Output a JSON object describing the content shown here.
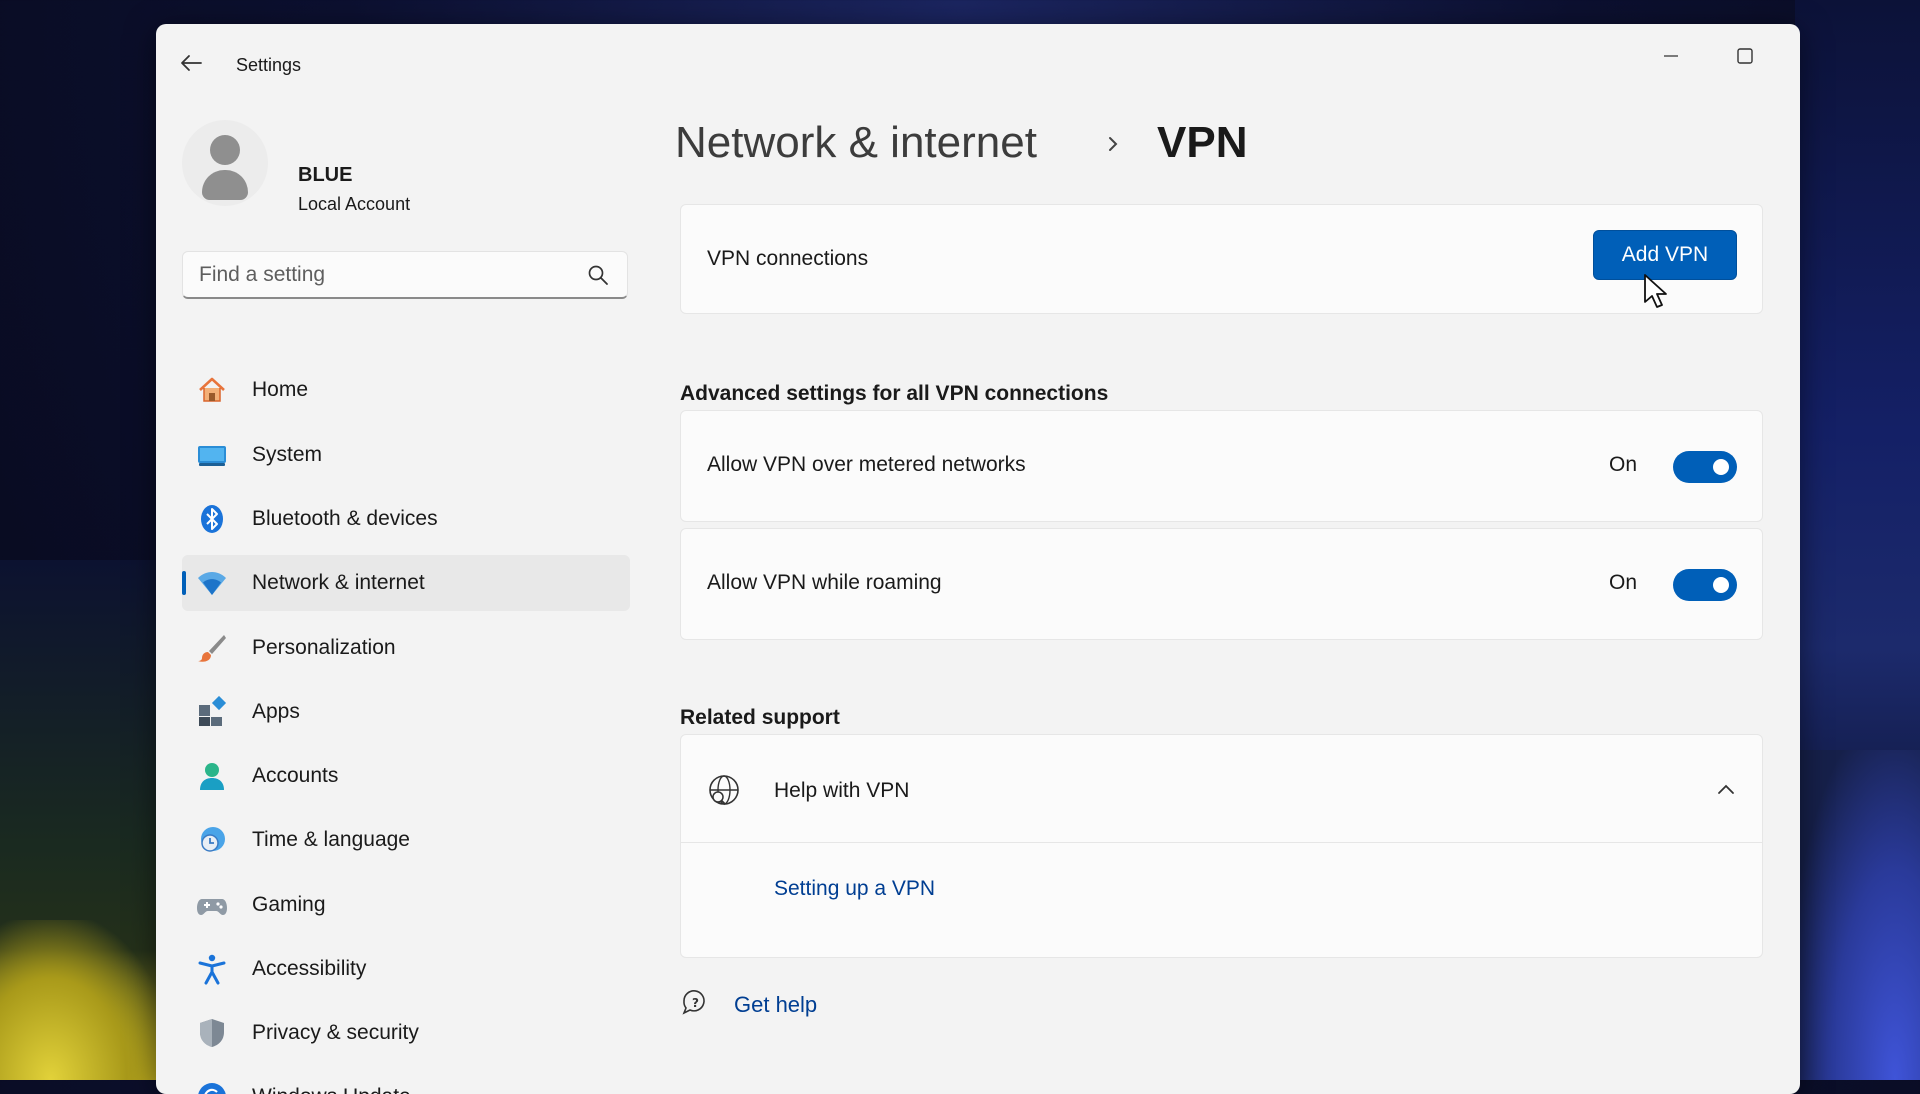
{
  "window": {
    "app_title": "Settings",
    "controls": {
      "minimize_icon": "minimize-icon",
      "maximize_icon": "maximize-icon",
      "close_icon": "close-icon"
    }
  },
  "user": {
    "name": "BLUE",
    "account_type": "Local Account"
  },
  "search": {
    "placeholder": "Find a setting",
    "icon": "search-icon"
  },
  "nav": {
    "items": [
      {
        "label": "Home",
        "icon": "home-icon"
      },
      {
        "label": "System",
        "icon": "system-icon"
      },
      {
        "label": "Bluetooth & devices",
        "icon": "bluetooth-icon"
      },
      {
        "label": "Network & internet",
        "icon": "wifi-icon",
        "active": true
      },
      {
        "label": "Personalization",
        "icon": "brush-icon"
      },
      {
        "label": "Apps",
        "icon": "apps-icon"
      },
      {
        "label": "Accounts",
        "icon": "accounts-icon"
      },
      {
        "label": "Time & language",
        "icon": "time-language-icon"
      },
      {
        "label": "Gaming",
        "icon": "gamepad-icon"
      },
      {
        "label": "Accessibility",
        "icon": "accessibility-icon"
      },
      {
        "label": "Privacy & security",
        "icon": "shield-icon"
      },
      {
        "label": "Windows Update",
        "icon": "update-icon"
      }
    ]
  },
  "breadcrumb": {
    "parent": "Network & internet",
    "current": "VPN"
  },
  "vpn_connections": {
    "label": "VPN connections",
    "button": "Add VPN"
  },
  "advanced": {
    "title": "Advanced settings for all VPN connections",
    "settings": [
      {
        "label": "Allow VPN over metered networks",
        "state": "On",
        "on": true
      },
      {
        "label": "Allow VPN while roaming",
        "state": "On",
        "on": true
      }
    ]
  },
  "related": {
    "title": "Related support",
    "help_title": "Help with VPN",
    "help_link": "Setting up a VPN"
  },
  "get_help": {
    "label": "Get help"
  },
  "colors": {
    "accent": "#005fb8",
    "link": "#003e92",
    "window_bg": "#f3f3f3",
    "card_bg": "#fbfbfb"
  }
}
